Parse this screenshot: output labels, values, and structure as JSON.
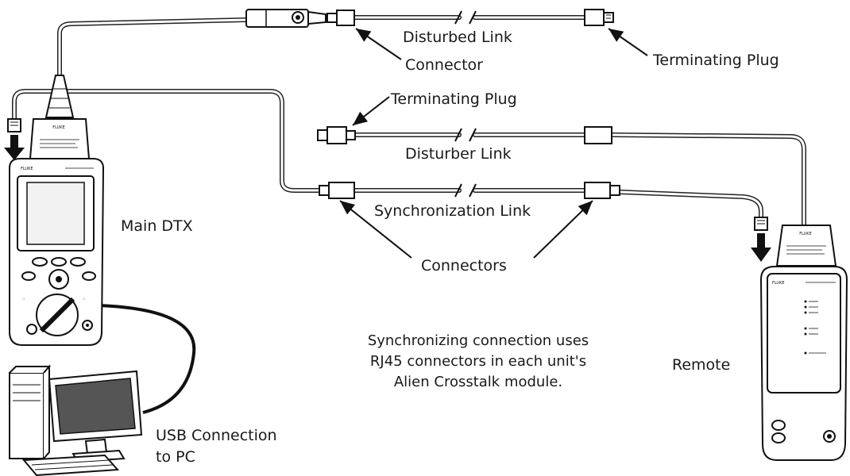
{
  "labels": {
    "disturbed_link": "Disturbed Link",
    "connector": "Connector",
    "terminating_plug_top": "Terminating Plug",
    "terminating_plug_mid": "Terminating Plug",
    "disturber_link": "Disturber Link",
    "synchronization_link": "Synchronization Link",
    "connectors": "Connectors",
    "main_dtx": "Main DTX",
    "remote": "Remote",
    "usb_line1": "USB Connection",
    "usb_line2": "to PC"
  },
  "note": {
    "line1": "Synchronizing connection uses",
    "line2": "RJ45 connectors in each unit's",
    "line3": "Alien Crosstalk module."
  },
  "device_text": {
    "brand": "FLUKE"
  }
}
